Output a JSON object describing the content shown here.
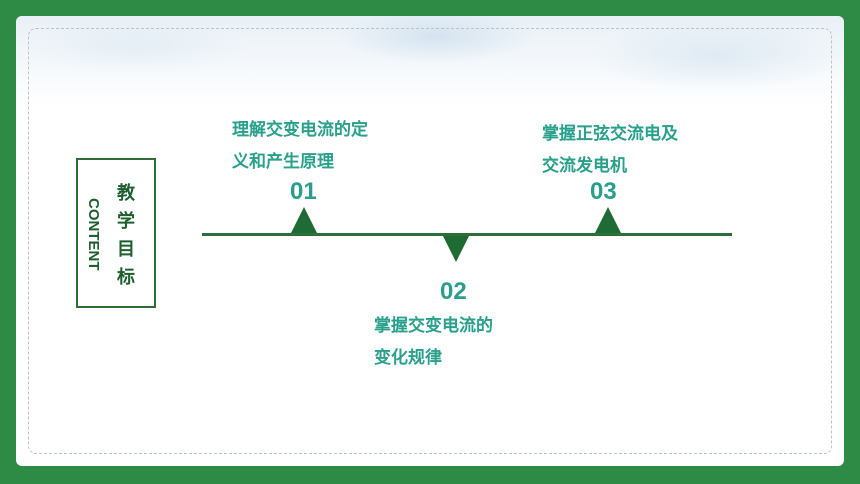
{
  "content_label": "CONTENT",
  "section_title_chars": [
    "教",
    "学",
    "目",
    "标"
  ],
  "goals": [
    {
      "number": "01",
      "lines": [
        "理解交变电流的定",
        "义和产生原理"
      ]
    },
    {
      "number": "02",
      "lines": [
        "掌握交变电流的",
        "变化规律"
      ]
    },
    {
      "number": "03",
      "lines": [
        "掌握正弦交流电及",
        "交流发电机"
      ]
    }
  ],
  "colors": {
    "border_green": "#2e8b45",
    "dark_green": "#1f6b33",
    "teal_text": "#29a08c"
  }
}
